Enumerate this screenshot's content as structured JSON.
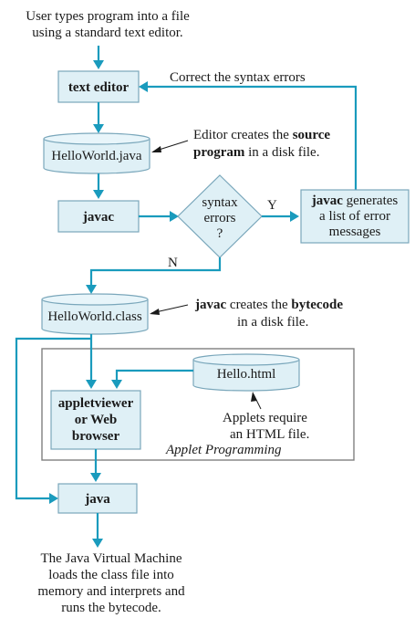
{
  "notes": {
    "top_1": "User types program into a file",
    "top_2": "using a standard text editor.",
    "correct": "Correct the syntax errors",
    "editor_1a": "Editor creates the ",
    "editor_1b": "source",
    "editor_2a": "program",
    "editor_2b": " in a disk file.",
    "bytecode_1a": "javac",
    "bytecode_1b": " creates the ",
    "bytecode_1c": "bytecode",
    "bytecode_2": "in a disk file.",
    "applets_1": "Applets require",
    "applets_2": "an HTML file.",
    "applet_section": "Applet Programming",
    "bottom_1": "The Java Virtual Machine",
    "bottom_2": "loads the class file into",
    "bottom_3": "memory and interprets and",
    "bottom_4": "runs the bytecode."
  },
  "nodes": {
    "text_editor": "text editor",
    "helloworld_java": "HelloWorld.java",
    "javac": "javac",
    "syntax_1": "syntax",
    "syntax_2": "errors",
    "syntax_3": "?",
    "errmsg_1a": "javac",
    "errmsg_1b": " generates",
    "errmsg_2": "a list of error",
    "errmsg_3": "messages",
    "helloworld_class": "HelloWorld.class",
    "hello_html": "Hello.html",
    "viewer_1": "appletviewer",
    "viewer_2": "or Web",
    "viewer_3": "browser",
    "java": "java"
  },
  "branches": {
    "yes": "Y",
    "no": "N"
  },
  "colors": {
    "arrow": "#1a9bbd",
    "box_fill": "#dff0f6",
    "box_border": "#7aa7bb",
    "section_border": "#7f7f7f"
  }
}
